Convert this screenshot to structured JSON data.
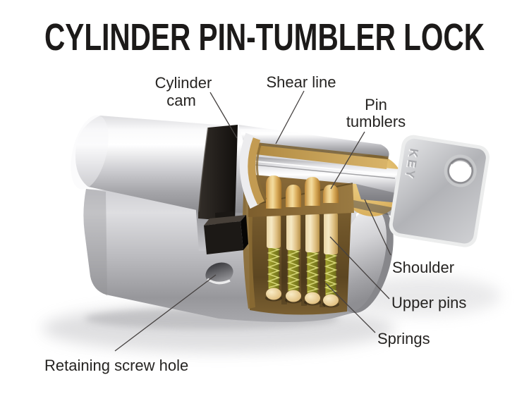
{
  "title": "CYLINDER PIN-TUMBLER LOCK",
  "labels": {
    "cylinder_cam": [
      "Cylinder",
      "cam"
    ],
    "shear_line": [
      "Shear line"
    ],
    "pin_tumblers": [
      "Pin",
      "tumblers"
    ],
    "shoulder": [
      "Shoulder"
    ],
    "upper_pins": [
      "Upper pins"
    ],
    "springs": [
      "Springs"
    ],
    "retaining_screw_hole": [
      "Retaining screw hole"
    ]
  },
  "key_engraving": "KEY",
  "diagram": {
    "subject": "cutaway illustration of a euro-profile cylinder pin-tumbler lock with key inserted",
    "pin_stack_count": 4,
    "colors": {
      "background": "#ffffff",
      "label_text": "#262422",
      "leader_line": "#454140",
      "metal_silver": "#d2d2d6",
      "brass_housing": "#c9a55a",
      "pin_gold": "#edc877",
      "upper_pin_gold": "#e7c684",
      "spring_olive": "#8a8a26",
      "cam_black": "#181512",
      "body_shadow": "#b9b9bd"
    }
  }
}
